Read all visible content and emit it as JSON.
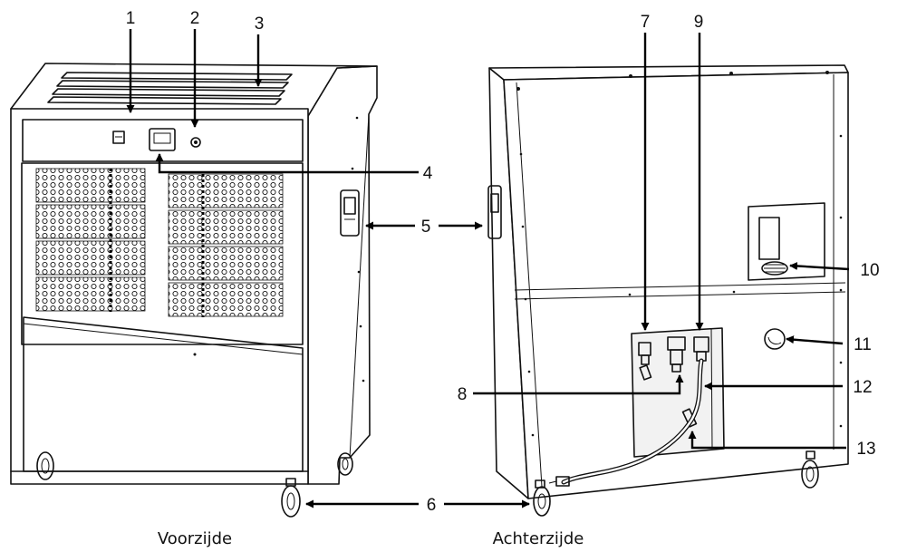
{
  "captions": {
    "front": "Voorzijde",
    "back": "Achterzijde"
  },
  "callouts": [
    {
      "id": "1",
      "label": "1"
    },
    {
      "id": "2",
      "label": "2"
    },
    {
      "id": "3",
      "label": "3"
    },
    {
      "id": "4",
      "label": "4"
    },
    {
      "id": "5",
      "label": "5"
    },
    {
      "id": "6",
      "label": "6"
    },
    {
      "id": "7",
      "label": "7"
    },
    {
      "id": "8",
      "label": "8"
    },
    {
      "id": "9",
      "label": "9"
    },
    {
      "id": "10",
      "label": "10"
    },
    {
      "id": "11",
      "label": "11"
    },
    {
      "id": "12",
      "label": "12"
    },
    {
      "id": "13",
      "label": "13"
    }
  ]
}
